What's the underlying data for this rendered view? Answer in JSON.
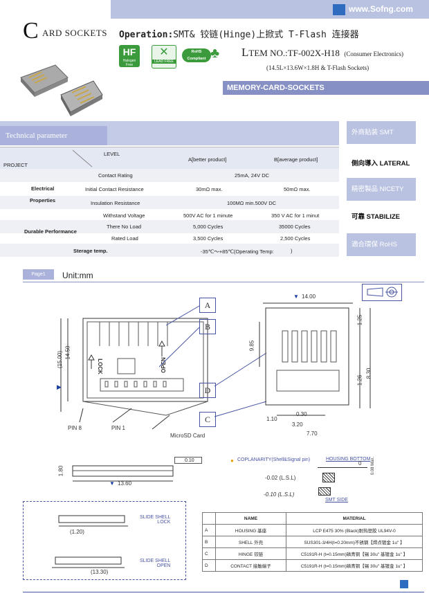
{
  "header": {
    "brand_site": "www.Sofng.com",
    "title_big_letter": "C",
    "title_rest": "ARD SOCKETS",
    "operation_label": "Operation:",
    "operation_text": "SMT& 铰链(Hinge)上掀式 T-Flash 连接器",
    "badges": [
      "Halogen Free",
      "LEAD FREE",
      "RoHS Compliant"
    ],
    "item_no_L": "L",
    "item_no_rest": "TEM NO.:TF-002X-H18",
    "item_category": "(Consumer Electronics)",
    "item_size": "(14.5L×13.6W×1.8H & T-Flash Sockets)",
    "series": "MEMORY-CARD-SOCKETS"
  },
  "technical": {
    "tab_label": "Technical parameter",
    "header": {
      "level": "LEVEL",
      "project": "PROJECT",
      "a": "A[better product]",
      "b": "B[average product]"
    },
    "groups": [
      "Electrical",
      "Properties",
      "Durable Performance"
    ],
    "rows": [
      {
        "label": "Contact Rating",
        "a": "25mA, 24V DC",
        "b": ""
      },
      {
        "label": "Initial Contact Resistance",
        "a": "30mΩ max.",
        "b": "50mΩ max."
      },
      {
        "label": "Insulation Resistance",
        "a": "100MΩ min.500V DC",
        "b": ""
      },
      {
        "label": "Withstand Voltage",
        "a": "500V AC for 1 minute",
        "b": "350 V AC for 1 minut"
      },
      {
        "label": "There No Load",
        "a": "5,000 Cycles",
        "b": "35000 Cycles"
      },
      {
        "label": "Rated Load",
        "a": "3,500 Cycles",
        "b": "2,500 Cycles"
      },
      {
        "label": "Sterage temp.",
        "a": "-35℃～+85℃(Operating Temp:",
        "b": ")"
      }
    ]
  },
  "right_column": [
    {
      "label": "外商贴装 SMT",
      "style": "dark"
    },
    {
      "label": "侧向導入 LATERAL",
      "style": "light"
    },
    {
      "label": "精密製品 NICETY",
      "style": "dark"
    },
    {
      "label": "可靠 STABILIZE",
      "style": "light"
    },
    {
      "label": "適合環保 RoHS",
      "style": "dark"
    }
  ],
  "drawing": {
    "page_label": "Page1",
    "unit": "Unit:mm",
    "callouts": [
      "A",
      "B",
      "C",
      "D"
    ],
    "dims": {
      "top_width": "14.00",
      "h1": "1.25",
      "h2": "9.85",
      "h3": "8.30",
      "h4": "1.26",
      "h5": "1.10",
      "h6": "0.30",
      "h7": "3.20",
      "h8": "7.70",
      "left_total": "(15.00)",
      "left_h": "14.50",
      "bottom_w": "13.60",
      "height": "1.80",
      "flat": "0.10",
      "lock_h": "(1.20)",
      "open_w": "(13.30)"
    },
    "labels": {
      "pin8": "PIN 8",
      "pin1": "PIN 1",
      "microsd": "MicroSD  Card",
      "lock": "LOCK",
      "open": "OPEN",
      "coplanarity": "COPLANARITY(Shell&Signal pin)",
      "housing_bottom": "HOUSING BOTTOM",
      "max": "0.08 Max.",
      "lsl1": "-0.02 (L.S.L)",
      "lsl2": "-0.10 (L.S.L)",
      "zero": "0",
      "smt_side": "SMT SIDE",
      "slide_lock": "SLIDE SHELL\nLOCK",
      "slide_open": "SLIDE SHELL\nOPEN"
    }
  },
  "materials": {
    "headers": [
      "NAME",
      "MATERIAL"
    ],
    "rows": [
      {
        "id": "A",
        "name": "HOUSING 基座",
        "material": "LCP E475    30%   (Black)耐热塑胶 UL94V-0"
      },
      {
        "id": "B",
        "name": "SHELL 外壳",
        "material": "SUS301-3/4H(t=0.20mm)不锈钢【焊点镀金 1u\" 】"
      },
      {
        "id": "C",
        "name": "HINGE 铰链",
        "material": "C5191R-H (t=0.15mm)磷青铜【锡 30u\" 基镀金 1u\" 】"
      },
      {
        "id": "D",
        "name": "CONTACT 接触端子",
        "material": "C5191R-H (t=0.15mm)磷青铜【锡 30u\" 基镀金 1u\" 】"
      }
    ]
  }
}
